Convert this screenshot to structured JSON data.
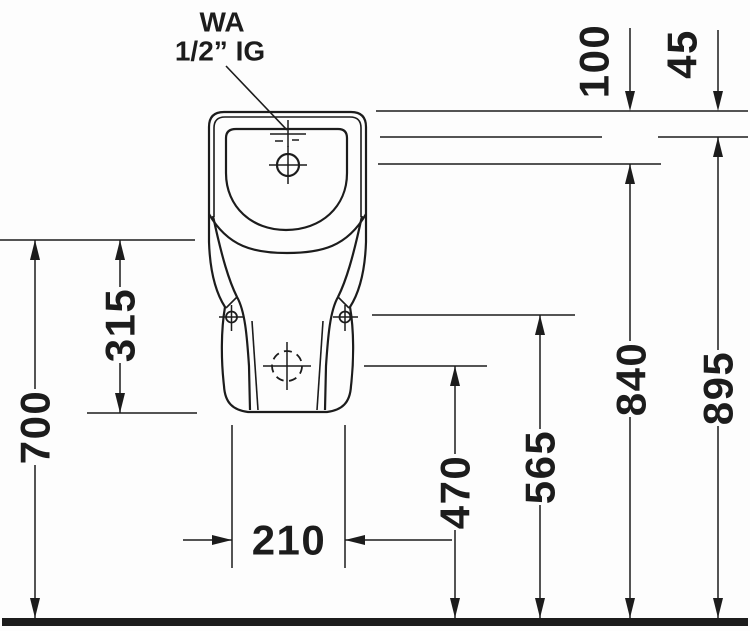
{
  "drawing": {
    "connection_label": {
      "line1": "WA",
      "line2": "1/2” IG"
    },
    "dimensions_mm": {
      "floor_to_rim": "700",
      "rim_to_base": "315",
      "fixing_hole_spacing": "210",
      "floor_to_outlet": "470",
      "floor_to_fixing_holes": "565",
      "floor_to_spreader_hole": "840",
      "floor_to_water_connection": "895",
      "top_to_spreader_hole": "100",
      "top_to_water_connection": "45"
    },
    "colors": {
      "ink": "#1c1c1c",
      "background": "#fdfdfd"
    }
  }
}
